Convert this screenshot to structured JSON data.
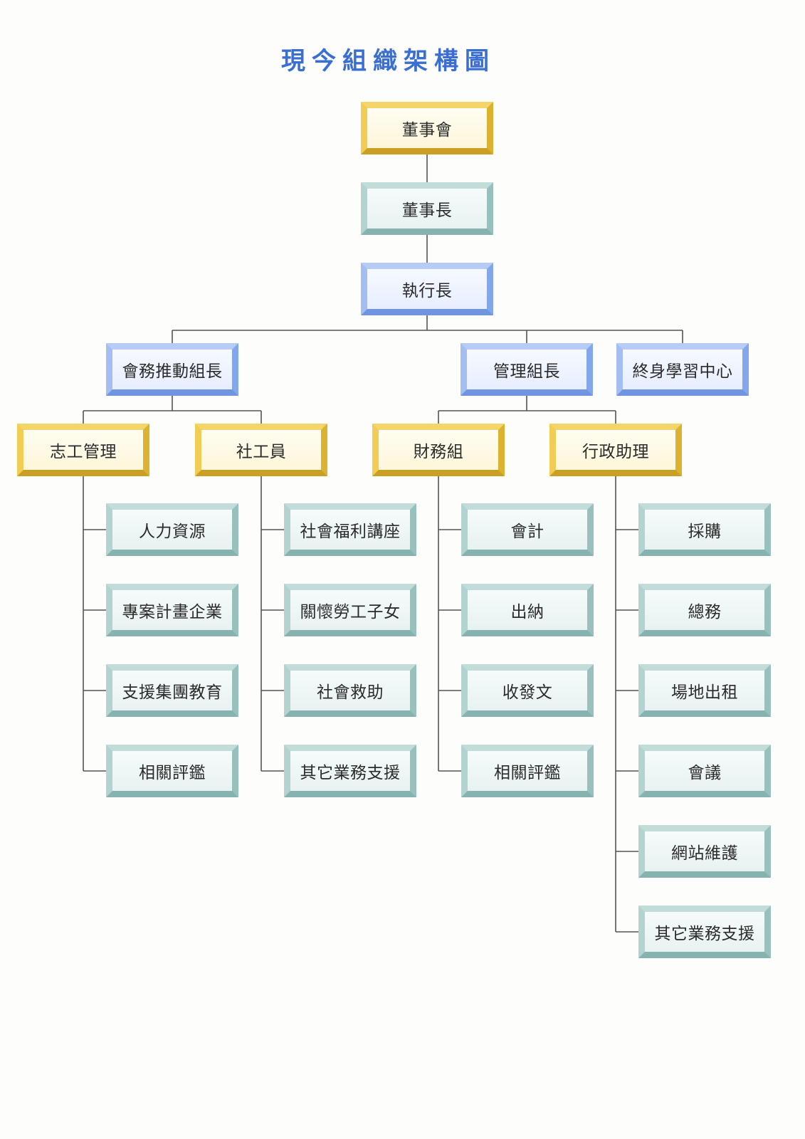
{
  "title": "現今組織架構圖",
  "colors": {
    "yellow": "#f4d56a",
    "teal": "#98c1be",
    "blue": "#84a7ec",
    "title": "#3a6fd1",
    "line": "#555555"
  },
  "chain": [
    {
      "label": "董事會",
      "style": "yellow"
    },
    {
      "label": "董事長",
      "style": "teal"
    },
    {
      "label": "執行長",
      "style": "blue"
    }
  ],
  "divisions": [
    {
      "label": "會務推動組長",
      "style": "blue",
      "groups": [
        {
          "label": "志工管理",
          "style": "yellow",
          "items": [
            "人力資源",
            "專案計畫企業",
            "支援集團教育",
            "相關評鑑"
          ]
        },
        {
          "label": "社工員",
          "style": "yellow",
          "items": [
            "社會福利講座",
            "關懷勞工子女",
            "社會救助",
            "其它業務支援"
          ]
        }
      ]
    },
    {
      "label": "管理組長",
      "style": "blue",
      "groups": [
        {
          "label": "財務組",
          "style": "yellow",
          "items": [
            "會計",
            "出納",
            "收發文",
            "相關評鑑"
          ]
        },
        {
          "label": "行政助理",
          "style": "yellow",
          "items": [
            "採購",
            "總務",
            "場地出租",
            "會議",
            "網站維護",
            "其它業務支援"
          ]
        }
      ]
    },
    {
      "label": "終身學習中心",
      "style": "blue",
      "groups": []
    }
  ]
}
